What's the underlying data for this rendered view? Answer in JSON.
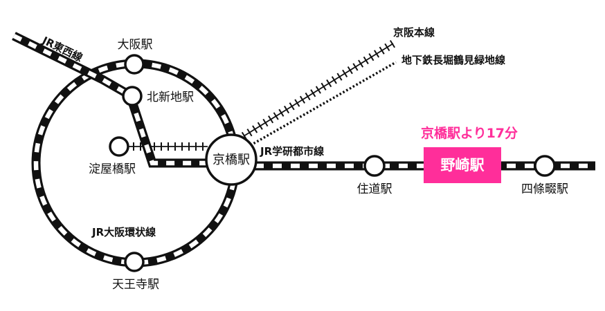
{
  "lines": {
    "jr_tozai": "JR東西線",
    "keihan": "京阪本線",
    "subway_nagahori": "地下鉄長堀鶴見緑地線",
    "jr_gakkentoshi": "JR学研都市線",
    "jr_osaka_loop": "JR大阪環状線"
  },
  "stations": {
    "osaka": "大阪駅",
    "kitashinchi": "北新地駅",
    "yodoyabashi": "淀屋橋駅",
    "kyobashi": "京橋駅",
    "tennoji": "天王寺駅",
    "sumimichi": "住道駅",
    "nozaki": "野崎駅",
    "shijonawate": "四條畷駅"
  },
  "highlight": {
    "travel_time": "京橋駅より17分",
    "accent_color": "#ff2e9a"
  }
}
